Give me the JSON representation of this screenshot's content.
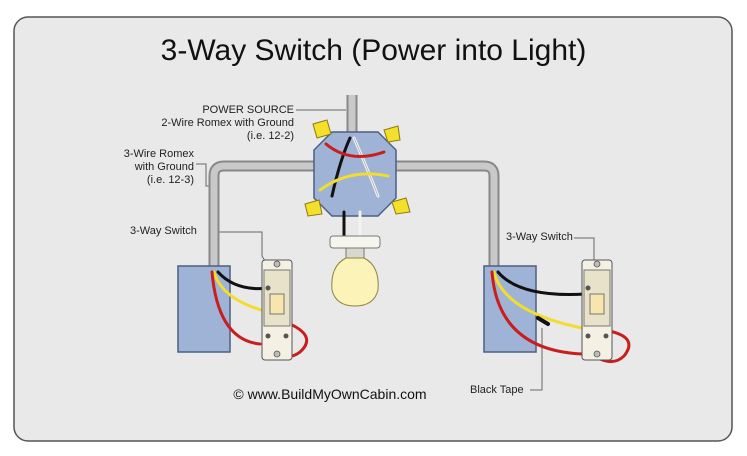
{
  "title": "3-Way Switch (Power into Light)",
  "labels": {
    "power_source": [
      "POWER SOURCE",
      "2-Wire Romex with Ground",
      "(i.e. 12-2)"
    ],
    "three_wire": [
      "3-Wire Romex",
      "with Ground",
      "(i.e. 12-3)"
    ],
    "switch_left": "3-Way Switch",
    "switch_right": "3-Way Switch",
    "black_tape": "Black Tape",
    "credit": "© www.BuildMyOwnCabin.com"
  },
  "colors": {
    "background": "#e9e9e9",
    "conduit": "#c9c9c9",
    "box": "#9fb3d6",
    "hot": "#111111",
    "neutral": "#f2f2f2",
    "traveler_red": "#c81e1e",
    "traveler_yellow": "#f2dd2e",
    "connector": "#f4e02a",
    "bulb": "#fbf3b8"
  },
  "icons": [
    "junction-box-icon",
    "light-bulb-icon",
    "wire-connector-icon",
    "three-way-switch-icon",
    "switch-box-icon"
  ]
}
